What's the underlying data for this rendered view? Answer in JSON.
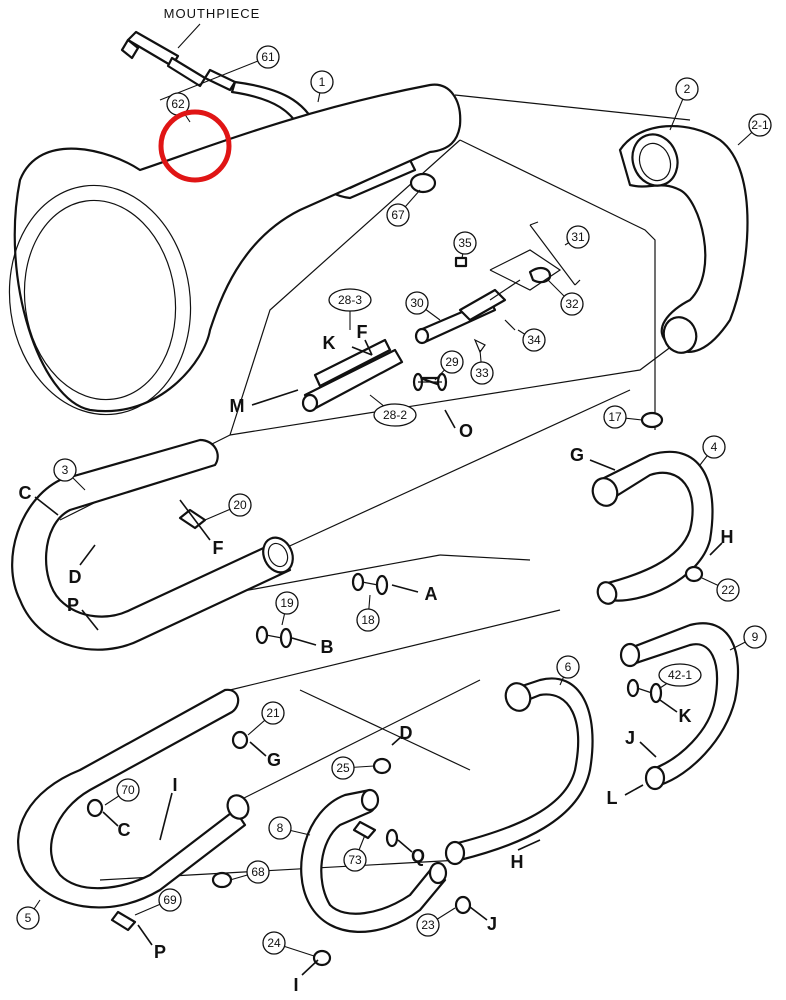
{
  "title_label": "MOUTHPIECE",
  "highlight_color": "#e01515",
  "callouts": [
    {
      "id": "c61",
      "label": "61",
      "shape": "circle"
    },
    {
      "id": "c62",
      "label": "62",
      "shape": "circle"
    },
    {
      "id": "c1",
      "label": "1",
      "shape": "circle"
    },
    {
      "id": "c2",
      "label": "2",
      "shape": "circle"
    },
    {
      "id": "c2-1",
      "label": "2-1",
      "shape": "circle"
    },
    {
      "id": "c67",
      "label": "67",
      "shape": "circle"
    },
    {
      "id": "c35",
      "label": "35",
      "shape": "circle"
    },
    {
      "id": "c31",
      "label": "31",
      "shape": "circle"
    },
    {
      "id": "c32",
      "label": "32",
      "shape": "circle"
    },
    {
      "id": "c34",
      "label": "34",
      "shape": "circle"
    },
    {
      "id": "c30",
      "label": "30",
      "shape": "circle"
    },
    {
      "id": "c28-3",
      "label": "28-3",
      "shape": "oval"
    },
    {
      "id": "c29",
      "label": "29",
      "shape": "circle"
    },
    {
      "id": "c33",
      "label": "33",
      "shape": "circle"
    },
    {
      "id": "c28-2",
      "label": "28-2",
      "shape": "oval"
    },
    {
      "id": "c17",
      "label": "17",
      "shape": "circle"
    },
    {
      "id": "c4",
      "label": "4",
      "shape": "circle"
    },
    {
      "id": "c3",
      "label": "3",
      "shape": "circle"
    },
    {
      "id": "c20",
      "label": "20",
      "shape": "circle"
    },
    {
      "id": "c22",
      "label": "22",
      "shape": "circle"
    },
    {
      "id": "c18",
      "label": "18",
      "shape": "circle"
    },
    {
      "id": "c19",
      "label": "19",
      "shape": "circle"
    },
    {
      "id": "c6",
      "label": "6",
      "shape": "circle"
    },
    {
      "id": "c9",
      "label": "9",
      "shape": "circle"
    },
    {
      "id": "c42-1",
      "label": "42-1",
      "shape": "oval"
    },
    {
      "id": "c21",
      "label": "21",
      "shape": "circle"
    },
    {
      "id": "c25",
      "label": "25",
      "shape": "circle"
    },
    {
      "id": "c70",
      "label": "70",
      "shape": "circle"
    },
    {
      "id": "c8",
      "label": "8",
      "shape": "circle"
    },
    {
      "id": "c73",
      "label": "73",
      "shape": "circle"
    },
    {
      "id": "c68",
      "label": "68",
      "shape": "circle"
    },
    {
      "id": "c69",
      "label": "69",
      "shape": "circle"
    },
    {
      "id": "c5",
      "label": "5",
      "shape": "circle"
    },
    {
      "id": "c23",
      "label": "23",
      "shape": "circle"
    },
    {
      "id": "c24",
      "label": "24",
      "shape": "circle"
    }
  ],
  "letters": [
    {
      "id": "K1",
      "label": "K"
    },
    {
      "id": "F1",
      "label": "F"
    },
    {
      "id": "M1",
      "label": "M"
    },
    {
      "id": "O1",
      "label": "O"
    },
    {
      "id": "G1",
      "label": "G"
    },
    {
      "id": "C1",
      "label": "C"
    },
    {
      "id": "F2",
      "label": "F"
    },
    {
      "id": "D1",
      "label": "D"
    },
    {
      "id": "H1",
      "label": "H"
    },
    {
      "id": "A1",
      "label": "A"
    },
    {
      "id": "P1",
      "label": "P"
    },
    {
      "id": "B1",
      "label": "B"
    },
    {
      "id": "K2",
      "label": "K"
    },
    {
      "id": "G2",
      "label": "G"
    },
    {
      "id": "D2",
      "label": "D"
    },
    {
      "id": "J1",
      "label": "J"
    },
    {
      "id": "I1",
      "label": "I"
    },
    {
      "id": "L1",
      "label": "L"
    },
    {
      "id": "C2",
      "label": "C"
    },
    {
      "id": "Q1",
      "label": "Q"
    },
    {
      "id": "H2",
      "label": "H"
    },
    {
      "id": "J2",
      "label": "J"
    },
    {
      "id": "P2",
      "label": "P"
    },
    {
      "id": "I2",
      "label": "I"
    }
  ]
}
